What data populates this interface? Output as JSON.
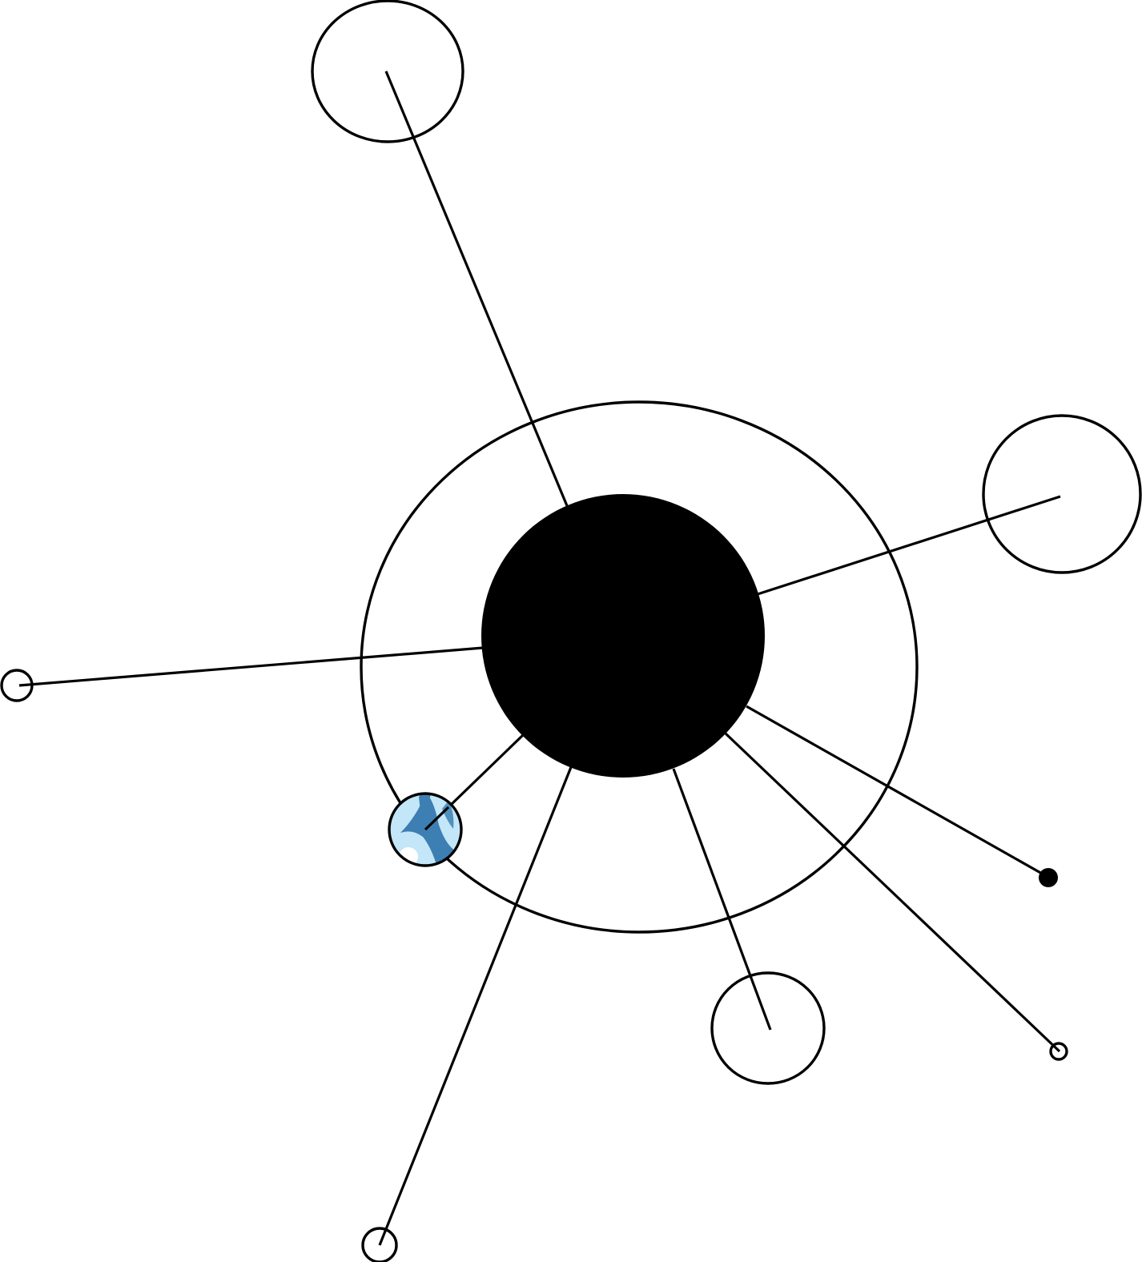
{
  "diagram": {
    "type": "radial-node-diagram",
    "colors": {
      "stroke": "#000000",
      "background": "#ffffff",
      "hub_fill": "#000000",
      "highlight_fill": "#c3e6f8",
      "highlight_accent": "#3d7fb3"
    },
    "hub": {
      "name": "central-hub",
      "style": "solid-black"
    },
    "outer_ring": {
      "name": "outer-ring",
      "style": "outline"
    },
    "satellites": [
      {
        "name": "satellite-top",
        "style": "outline"
      },
      {
        "name": "satellite-right",
        "style": "outline"
      },
      {
        "name": "satellite-left",
        "style": "outline"
      },
      {
        "name": "satellite-highlight",
        "style": "highlighted-pattern"
      },
      {
        "name": "satellite-bottom-left",
        "style": "outline"
      },
      {
        "name": "satellite-bottom",
        "style": "outline"
      },
      {
        "name": "satellite-right-lower",
        "style": "filled"
      },
      {
        "name": "satellite-bottom-right",
        "style": "outline"
      }
    ]
  }
}
